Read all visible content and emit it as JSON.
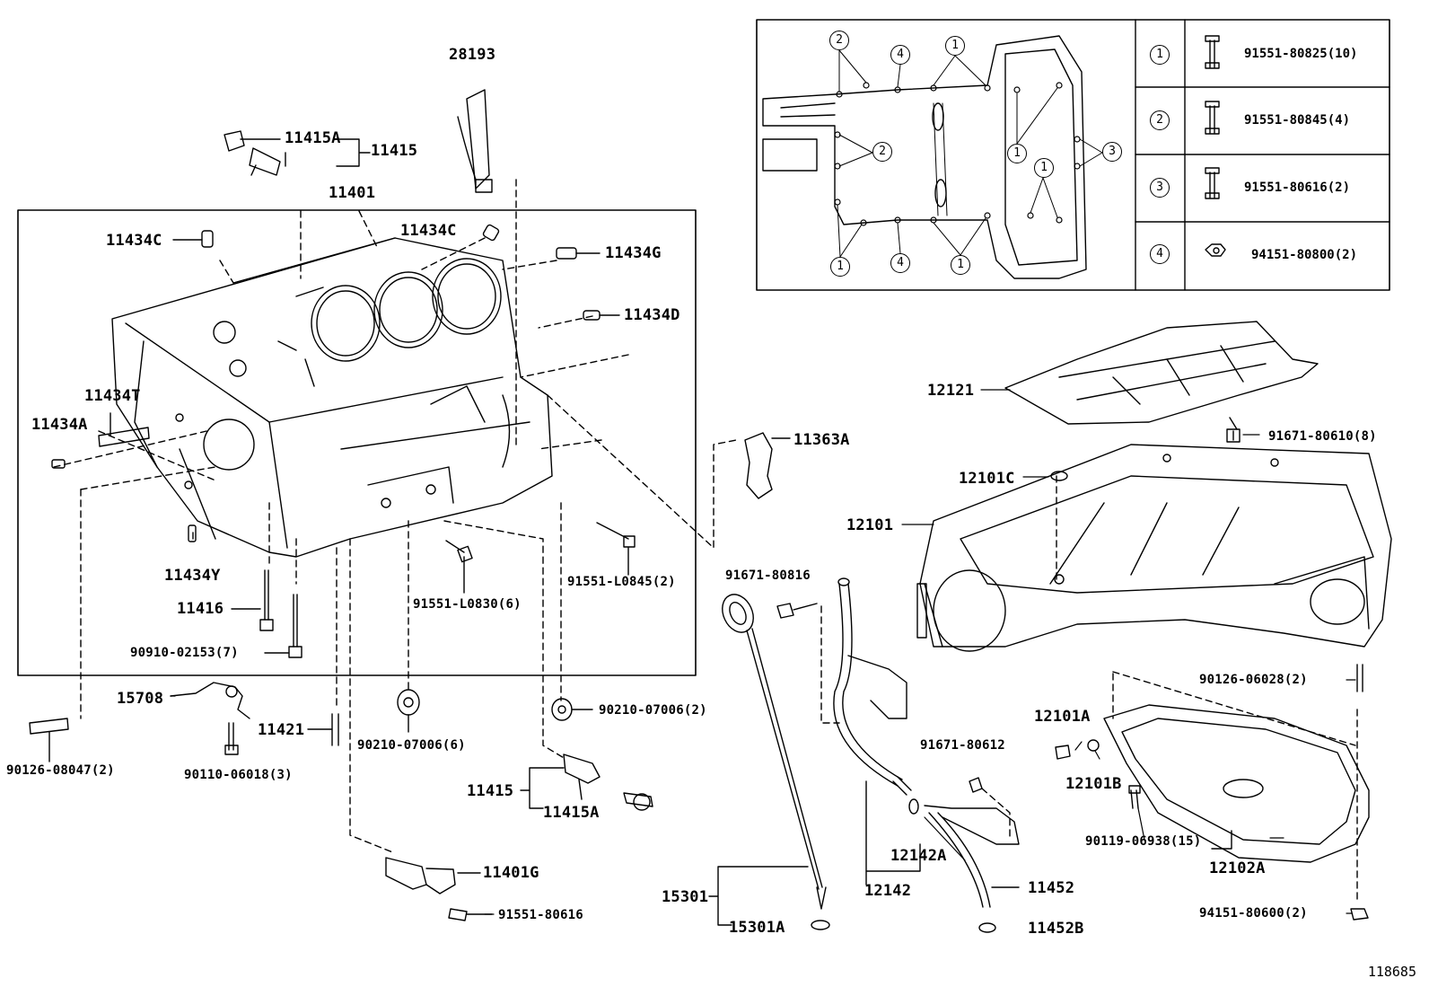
{
  "figure_id": "118685",
  "labels": {
    "p28193": "28193",
    "p11415A_top": "11415A",
    "p11415_top": "11415",
    "p11401": "11401",
    "p11434C_left": "11434C",
    "p11434C_mid": "11434C",
    "p11434G": "11434G",
    "p11434D": "11434D",
    "p11434T": "11434T",
    "p11434A": "11434A",
    "p11434Y": "11434Y",
    "p11416": "11416",
    "p90910": "90910-02153(7)",
    "p91551L0830": "91551-L0830(6)",
    "p91551L0845": "91551-L0845(2)",
    "p15708": "15708",
    "p11421": "11421",
    "p90126_08047": "90126-08047(2)",
    "p90110": "90110-06018(3)",
    "p90210_left": "90210-07006(6)",
    "p90210_right": "90210-07006(2)",
    "p11415_bot": "11415",
    "p11415A_bot": "11415A",
    "p11401G": "11401G",
    "p91551_80616_bot": "91551-80616",
    "p11363A": "11363A",
    "p91671_80816": "91671-80816",
    "p15301": "15301",
    "p15301A": "15301A",
    "p12121": "12121",
    "p91671_80610": "91671-80610(8)",
    "p12101C": "12101C",
    "p12101": "12101",
    "p90126_06028": "90126-06028(2)",
    "p12101A": "12101A",
    "p12101B": "12101B",
    "p91671_80612": "91671-80612",
    "p90119": "90119-06938(15)",
    "p12102A": "12102A",
    "p94151_80600": "94151-80600(2)",
    "p12142A": "12142A",
    "p12142": "12142",
    "p11452": "11452",
    "p11452B": "11452B"
  },
  "inset": {
    "callouts": [
      "2",
      "4",
      "1",
      "2",
      "1",
      "1",
      "3",
      "1",
      "4",
      "1"
    ],
    "table": [
      {
        "key": "1",
        "part": "91551-80825(10)",
        "icon": "long-bolt-icon"
      },
      {
        "key": "2",
        "part": "91551-80845(4)",
        "icon": "long-bolt-icon"
      },
      {
        "key": "3",
        "part": "91551-80616(2)",
        "icon": "short-bolt-icon"
      },
      {
        "key": "4",
        "part": "94151-80800(2)",
        "icon": "flange-nut-icon"
      }
    ]
  }
}
